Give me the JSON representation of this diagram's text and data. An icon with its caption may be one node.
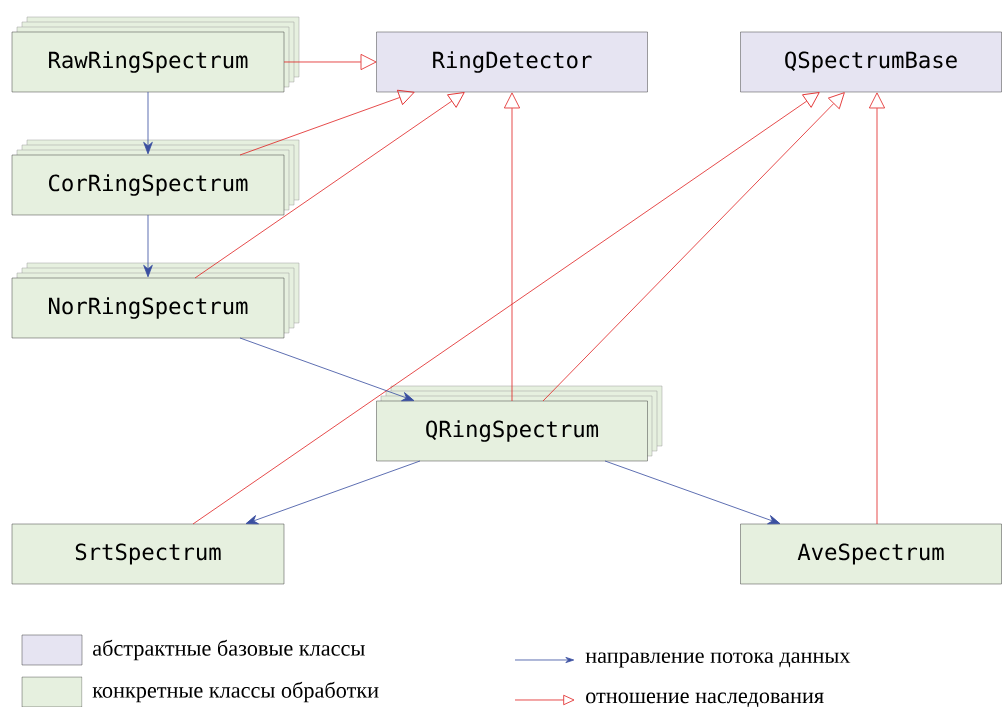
{
  "diagram": {
    "nodes": [
      {
        "text": [
          "RawRingSpectrum"
        ]
      },
      {
        "text": [
          "RingDetector"
        ]
      },
      {
        "text": [
          "QSpectrumBase"
        ]
      },
      {
        "text": [
          "CorRingSpectrum"
        ]
      },
      {
        "text": [
          "NorRingSpectrum"
        ]
      },
      {
        "text": [
          "QRingSpectrum"
        ]
      },
      {
        "text": [
          "SrtSpectrum"
        ]
      },
      {
        "text": [
          "AveSpectrum"
        ]
      }
    ],
    "edges": [
      {
        "from": 0,
        "to": 1,
        "arrow": "to"
      },
      {
        "from": 0,
        "to": 3,
        "arrow": "to",
        "color": "#3a4fa0"
      },
      {
        "from": 3,
        "to": 1,
        "arrow": "to"
      },
      {
        "from": 4,
        "to": 1,
        "arrow": "to"
      },
      {
        "from": 5,
        "to": 1,
        "arrow": "to"
      },
      {
        "from": 3,
        "to": 4,
        "arrow": "to",
        "color": "#3a4fa0"
      },
      {
        "from": 5,
        "to": 2,
        "arrow": "to"
      },
      {
        "from": 6,
        "to": 2,
        "arrow": "to"
      },
      {
        "from": 7,
        "to": 2,
        "arrow": "to"
      },
      {
        "from": 4,
        "to": 5,
        "arrow": "to",
        "color": "#3a4fa0"
      },
      {
        "from": 5,
        "to": 6,
        "arrow": "to",
        "color": "#3a4fa0"
      },
      {
        "from": 5,
        "to": 7,
        "arrow": "to",
        "color": "#3a4fa0"
      }
    ],
    "legend": [
      {
        "text": "абстрактные базовые классы",
        "color": "#e6e4f2"
      },
      {
        "text": "конкретные классы обработки",
        "color": "#e6f0df"
      },
      {
        "text": "направление потока данных"
      },
      {
        "text": "отношение наследования"
      }
    ]
  }
}
